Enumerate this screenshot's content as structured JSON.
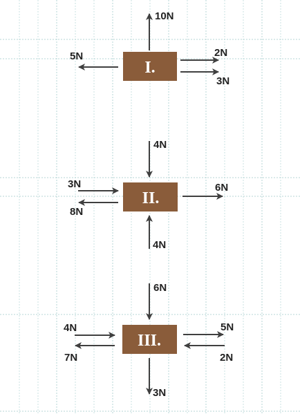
{
  "colors": {
    "box": "#8a5c3a",
    "box_text": "#ffffff",
    "arrow": "#3f3f3f",
    "label": "#222222",
    "grid": "#b6d6d6"
  },
  "diagrams": [
    {
      "box_label": "I.",
      "forces": [
        {
          "label": "10N",
          "direction": "up"
        },
        {
          "label": "5N",
          "direction": "left"
        },
        {
          "label": "2N",
          "direction": "right"
        },
        {
          "label": "3N",
          "direction": "right"
        }
      ]
    },
    {
      "box_label": "II.",
      "forces": [
        {
          "label": "4N",
          "direction": "down"
        },
        {
          "label": "3N",
          "direction": "right"
        },
        {
          "label": "8N",
          "direction": "left"
        },
        {
          "label": "6N",
          "direction": "right"
        },
        {
          "label": "4N",
          "direction": "up"
        }
      ]
    },
    {
      "box_label": "III.",
      "forces": [
        {
          "label": "6N",
          "direction": "down"
        },
        {
          "label": "4N",
          "direction": "right"
        },
        {
          "label": "7N",
          "direction": "left"
        },
        {
          "label": "5N",
          "direction": "right"
        },
        {
          "label": "2N",
          "direction": "left"
        },
        {
          "label": "3N",
          "direction": "down"
        }
      ]
    }
  ]
}
